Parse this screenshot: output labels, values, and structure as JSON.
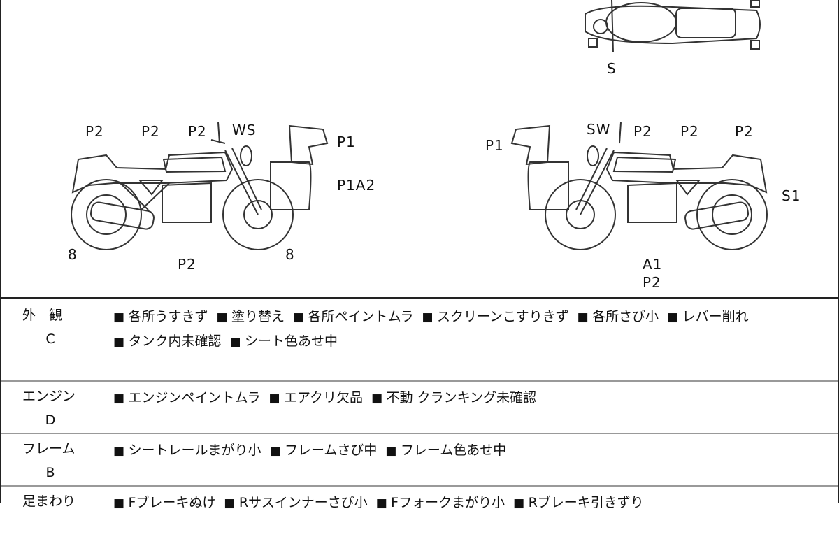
{
  "diagram": {
    "left_bike_labels": [
      "P2",
      "P2",
      "P2",
      "WS",
      "P1",
      "P1A2",
      "8",
      "P2",
      "8"
    ],
    "right_bike_labels": [
      "P1",
      "SW",
      "P2",
      "P2",
      "P2",
      "S1",
      "A1",
      "P2"
    ],
    "top_view_label": "S"
  },
  "sections": [
    {
      "name": "外　観",
      "grade": "C",
      "items": [
        "各所うすきず",
        "塗り替え",
        "各所ペイントムラ",
        "スクリーンこすりきず",
        "各所さび小",
        "レバー削れ",
        "タンク内未確認",
        "シート色あせ中"
      ]
    },
    {
      "name": "エンジン",
      "grade": "D",
      "items": [
        "エンジンペイントムラ",
        "エアクリ欠品",
        "不動 クランキング未確認"
      ]
    },
    {
      "name": "フレーム",
      "grade": "B",
      "items": [
        "シートレールまがり小",
        "フレームさび中",
        "フレーム色あせ中"
      ]
    },
    {
      "name": "足まわり",
      "grade": "",
      "items": [
        "Fブレーキぬけ",
        "Rサスインナーさび小",
        "Fフォークまがり小",
        "Rブレーキ引きずり"
      ]
    }
  ]
}
